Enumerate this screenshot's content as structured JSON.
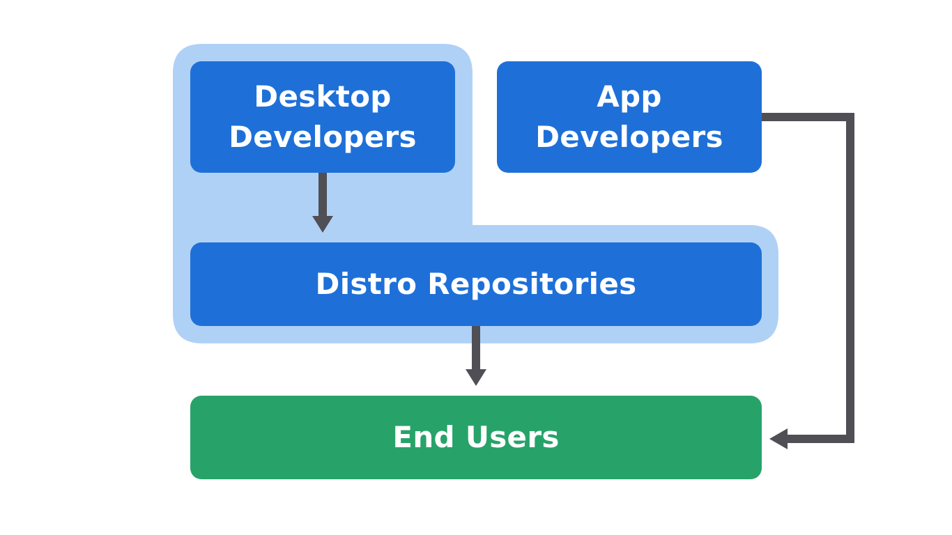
{
  "colors": {
    "group_background": "#b0d1f6",
    "box_blue": "#1e70d8",
    "box_green": "#27a369",
    "arrow": "#4f4f55",
    "text": "#ffffff"
  },
  "nodes": {
    "desktop_developers": {
      "line1": "Desktop",
      "line2": "Developers"
    },
    "app_developers": {
      "line1": "App",
      "line2": "Developers"
    },
    "distro_repositories": {
      "label": "Distro Repositories"
    },
    "end_users": {
      "label": "End Users"
    }
  },
  "edges": [
    {
      "from": "Desktop Developers",
      "to": "Distro Repositories"
    },
    {
      "from": "Distro Repositories",
      "to": "End Users"
    },
    {
      "from": "App Developers",
      "to": "End Users"
    }
  ]
}
